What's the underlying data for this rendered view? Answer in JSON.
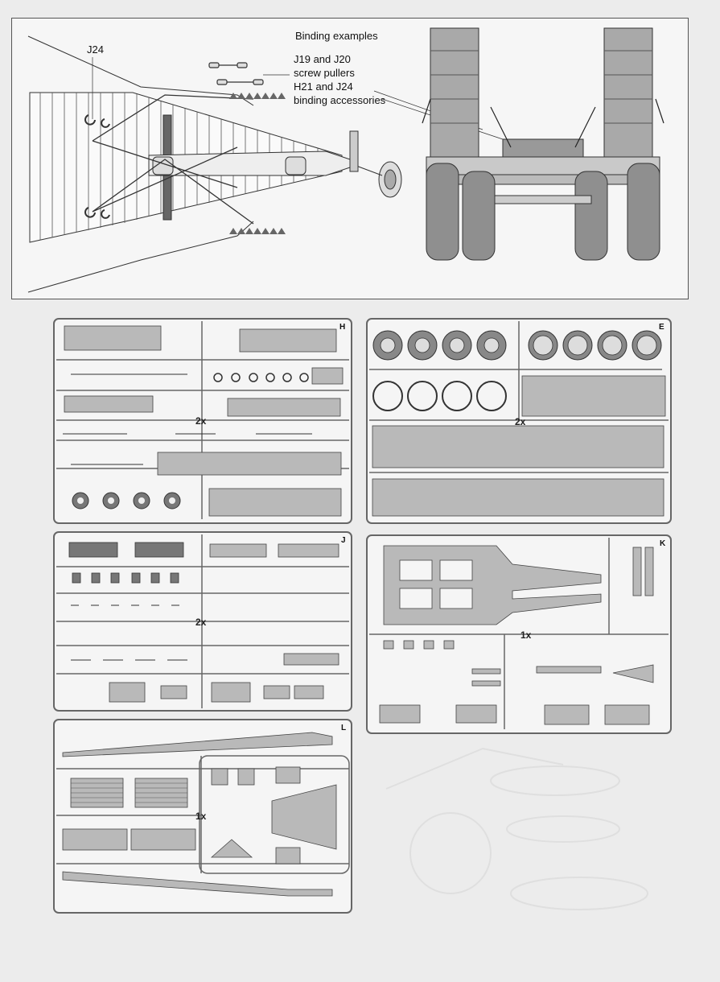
{
  "binding_panel": {
    "title": "Binding examples",
    "label_j24": "J24",
    "callout_line1": "J19 and J20",
    "callout_line2": "screw pullers",
    "callout_line3": "H21 and J24",
    "callout_line4": "binding accessories"
  },
  "sprues": {
    "H": {
      "letter": "H",
      "quantity": "2x"
    },
    "E": {
      "letter": "E",
      "quantity": "2x"
    },
    "J": {
      "letter": "J",
      "quantity": "2x"
    },
    "K": {
      "letter": "K",
      "quantity": "1x"
    },
    "L": {
      "letter": "L",
      "quantity": "1x"
    }
  },
  "colors": {
    "part_fill": "#b9b9b9",
    "line": "#444444",
    "sprue_frame": "#666666"
  }
}
